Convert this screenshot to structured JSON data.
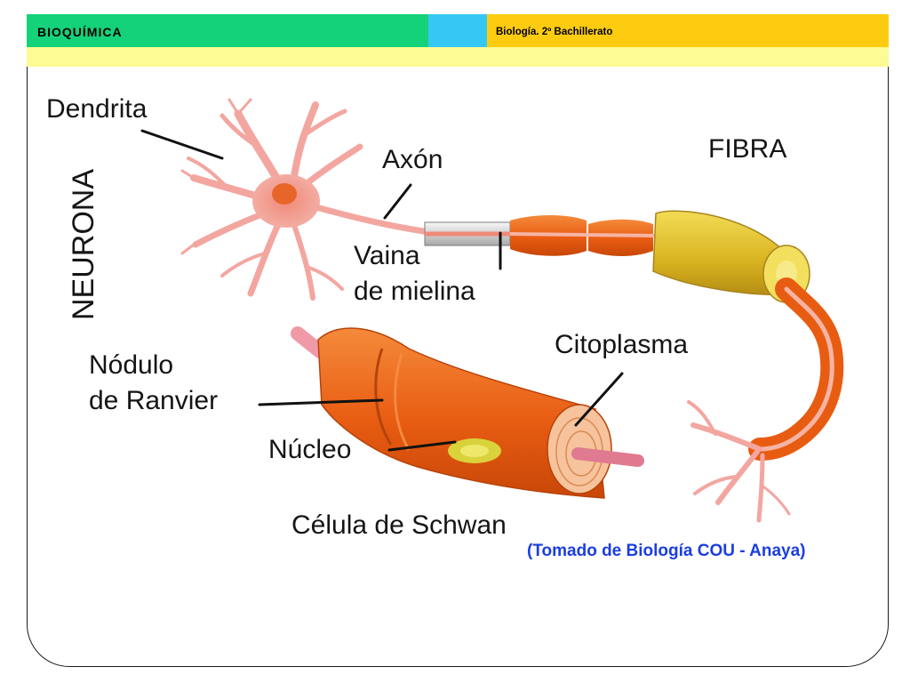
{
  "header": {
    "title": "BIOQUÍMICA",
    "course": "Biología. 2º Bachillerato"
  },
  "diagram": {
    "side_label": "NEURONA",
    "labels": {
      "dendrita": "Dendrita",
      "axon": "Axón",
      "fibra": "FIBRA",
      "vaina_1": "Vaina",
      "vaina_2": "de mielina",
      "nodulo_1": "Nódulo",
      "nodulo_2": "de  Ranvier",
      "citoplasma": "Citoplasma",
      "nucleo": "Núcleo",
      "celula": "Célula de Schwan"
    },
    "credit": "(Tomado de Biología COU -  Anaya)"
  },
  "colors": {
    "header_green": "#14d27a",
    "header_cyan": "#35c8f4",
    "header_gold": "#fdcc10",
    "header_light": "#fdfb93",
    "neuron_pink": "#f3a6a0",
    "myelin_orange": "#ef6a1c",
    "fiber_yellow": "#e6c22a",
    "credit_blue": "#1b3ee0"
  }
}
